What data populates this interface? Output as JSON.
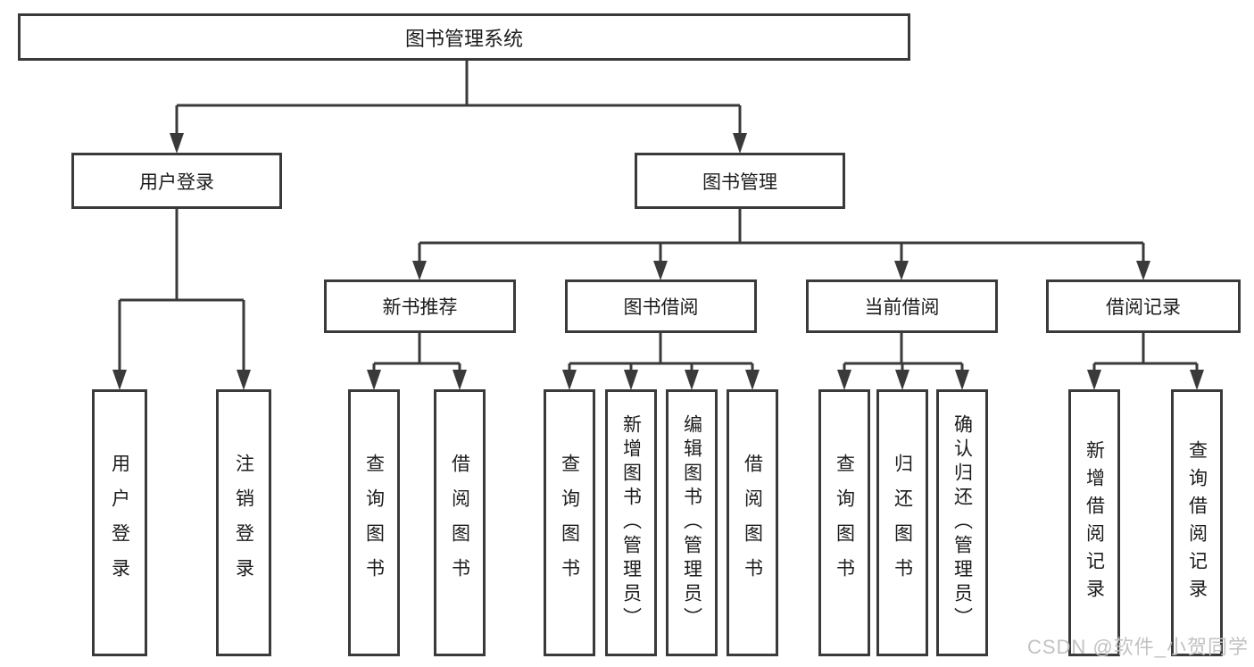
{
  "tree": {
    "root": "图书管理系统",
    "children": [
      {
        "label": "用户登录",
        "leaves": [
          "用户登录",
          "注销登录"
        ]
      },
      {
        "label": "图书管理",
        "children": [
          {
            "label": "新书推荐",
            "leaves": [
              "查询图书",
              "借阅图书"
            ]
          },
          {
            "label": "图书借阅",
            "leaves": [
              "查询图书",
              "新增图书（管理员）",
              "编辑图书（管理员）",
              "借阅图书"
            ]
          },
          {
            "label": "当前借阅",
            "leaves": [
              "查询图书",
              "归还图书",
              "确认归还（管理员）"
            ]
          },
          {
            "label": "借阅记录",
            "leaves": [
              "新增借阅记录",
              "查询借阅记录"
            ]
          }
        ]
      }
    ]
  },
  "watermark": "CSDN @软件_小贺同学",
  "colors": {
    "line": "#3a3a3a",
    "text": "#1c1c1c",
    "box_background": "#ffffff",
    "watermark": "#c2c2c2"
  }
}
